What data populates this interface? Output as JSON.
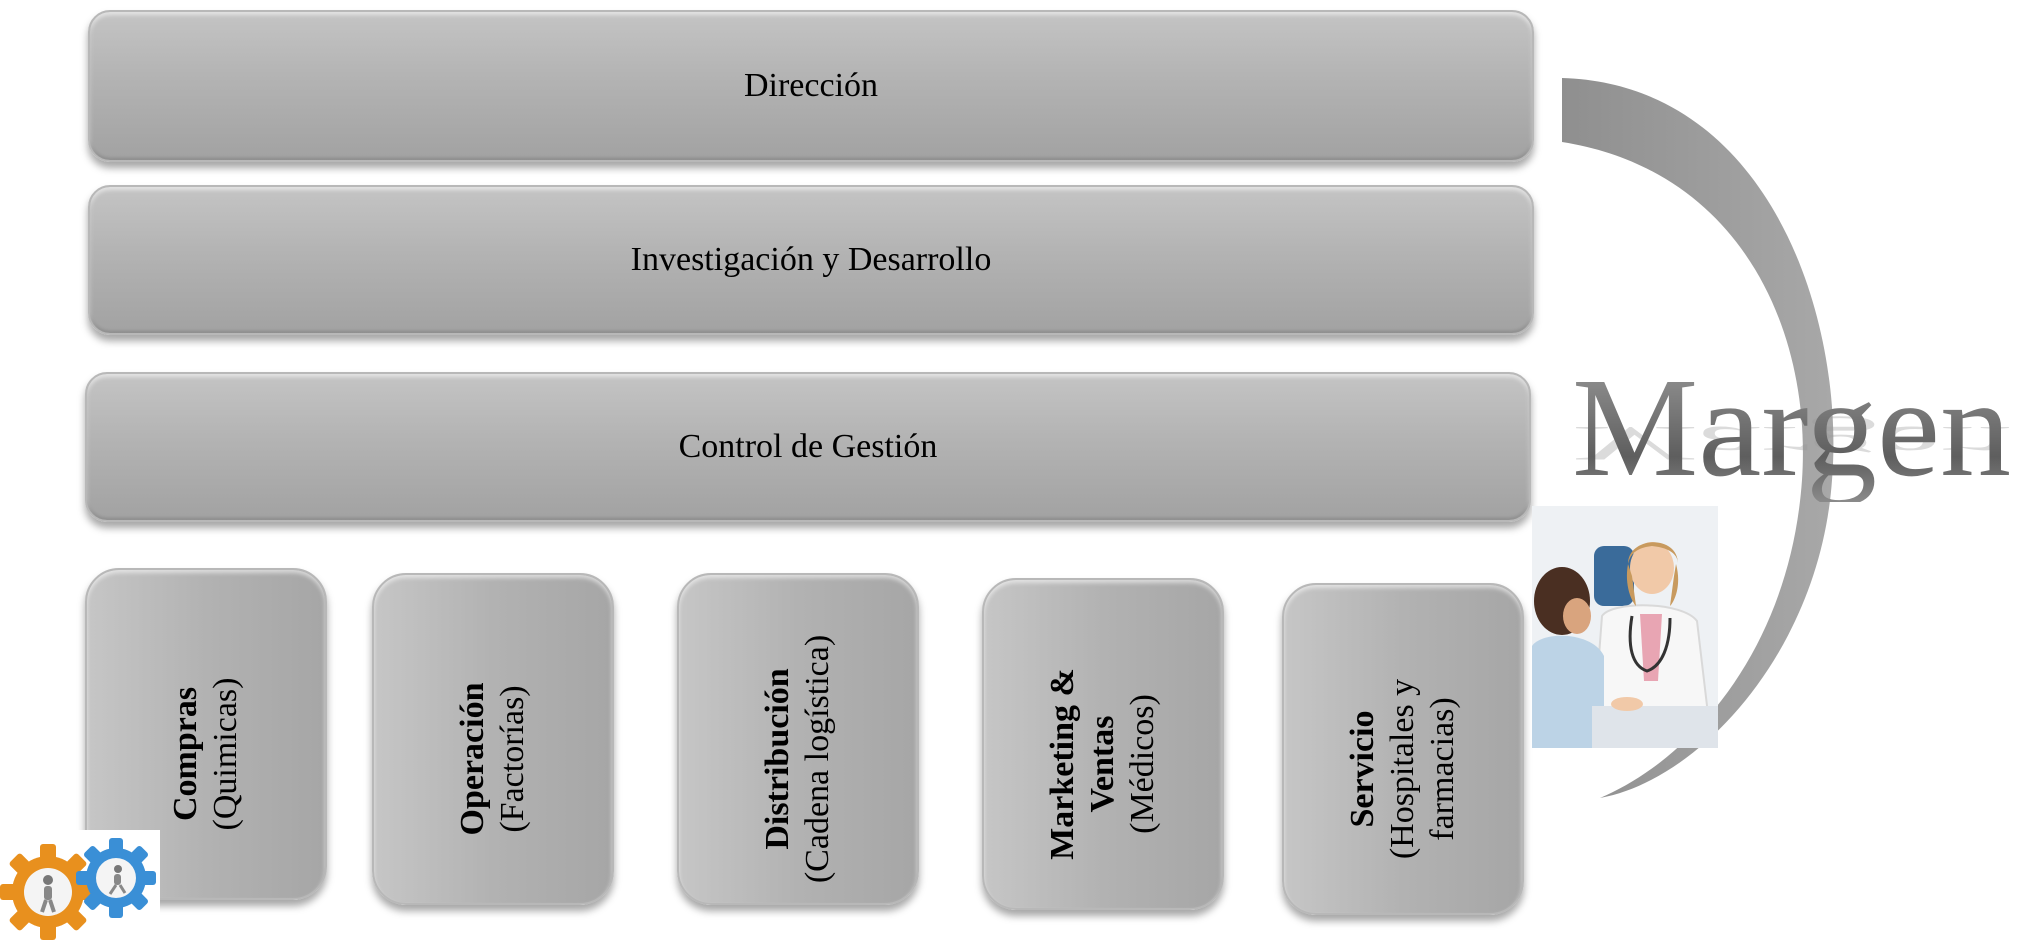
{
  "bars": {
    "direccion": "Dirección",
    "investigacion": "Investigación y Desarrollo",
    "control": "Control de Gestión"
  },
  "columns": {
    "compras": {
      "bold": "Compras",
      "normal": "(Quimicas)"
    },
    "operacion": {
      "bold": "Operación",
      "normal": "(Factorías)"
    },
    "distribucion": {
      "bold": "Distribución",
      "normal": "(Cadena logística)"
    },
    "marketing": {
      "bold1": "Marketing &",
      "bold2": "Ventas",
      "normal": "(Médicos)"
    },
    "servicio": {
      "bold": "Servicio",
      "normal1": "(Hospitales y",
      "normal2": "farmacias)"
    }
  },
  "margen": "Margen",
  "colors": {
    "block_fill": "#b3b3b3",
    "arc": "#9e9e9e",
    "margen_text": "#6e6e6e",
    "gear_orange": "#e8901e",
    "gear_blue": "#3a8fd6"
  },
  "icons": {
    "photo": "doctor-patient-photo",
    "logo": "gears-with-figures-icon"
  }
}
